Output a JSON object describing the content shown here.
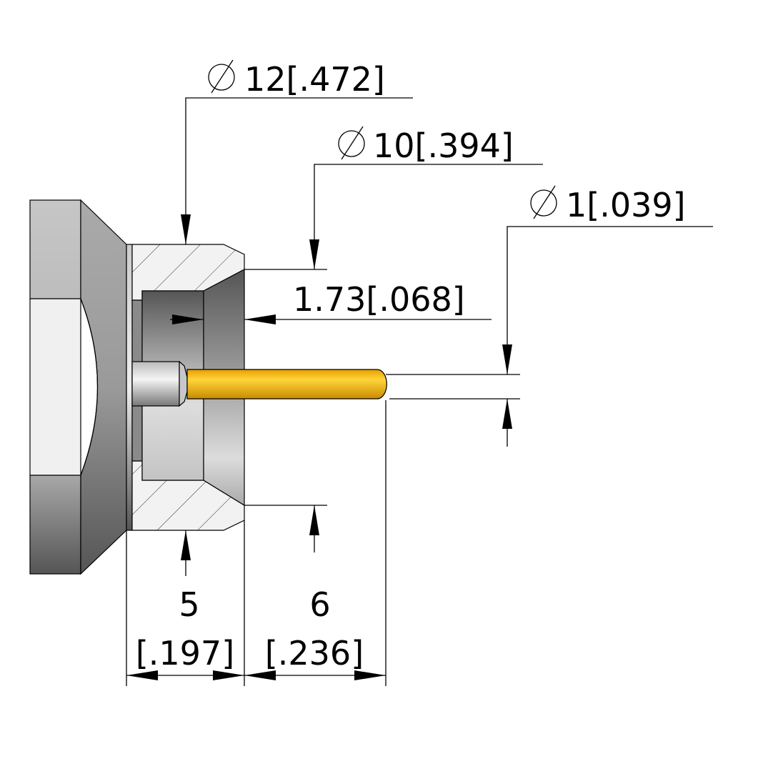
{
  "drawing": {
    "dimensions": {
      "outer_diameter": {
        "symbol": "diameter-icon",
        "value": "12[.472]"
      },
      "inner_diameter": {
        "symbol": "diameter-icon",
        "value": "10[.394]"
      },
      "pin_diameter": {
        "symbol": "diameter-icon",
        "value": "1[.039]"
      },
      "recess_depth": {
        "value": "1.73[.068]"
      },
      "body_length": {
        "metric": "5",
        "imperial": "[.197]"
      },
      "pin_protrusion": {
        "metric": "6",
        "imperial": "[.236]"
      }
    },
    "colors": {
      "pin_gold": "#f2b51a",
      "body_gray": "#a0a0a0",
      "hatch_fill": "#f2f2f2"
    }
  }
}
